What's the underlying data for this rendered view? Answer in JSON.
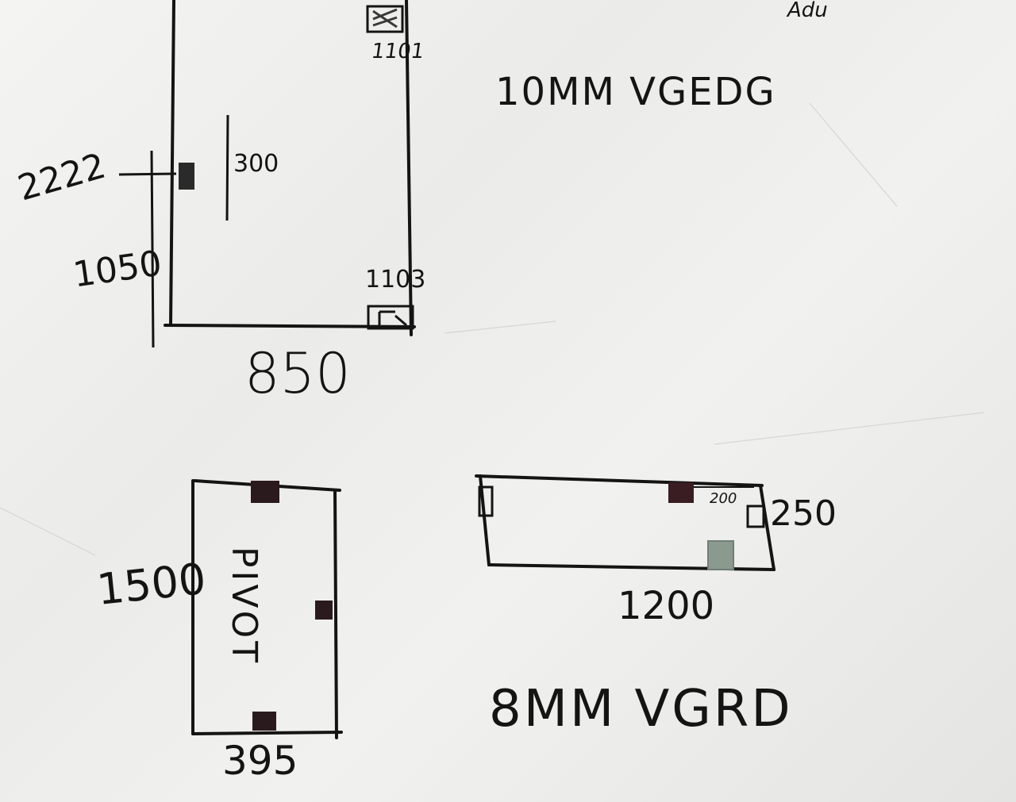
{
  "note_top_right": "Adu",
  "top_panel": {
    "thickness_label": "10MM VGEDG",
    "width": "850",
    "height": "1050",
    "hinge_offset": "300",
    "side_mark": "2222",
    "corner_top": "1101",
    "corner_bottom": "1103"
  },
  "pivot_panel": {
    "width": "395",
    "height": "1500",
    "label": "PIVOT"
  },
  "wide_panel": {
    "width": "1200",
    "height": "250",
    "offset": "200"
  },
  "bottom_thickness_label": "8MM VGRD",
  "colors": {
    "ink": "#141414",
    "paper": "#f0f0ee",
    "marker_dark": "#3a1d22",
    "marker_green": "#8a9a8f"
  }
}
